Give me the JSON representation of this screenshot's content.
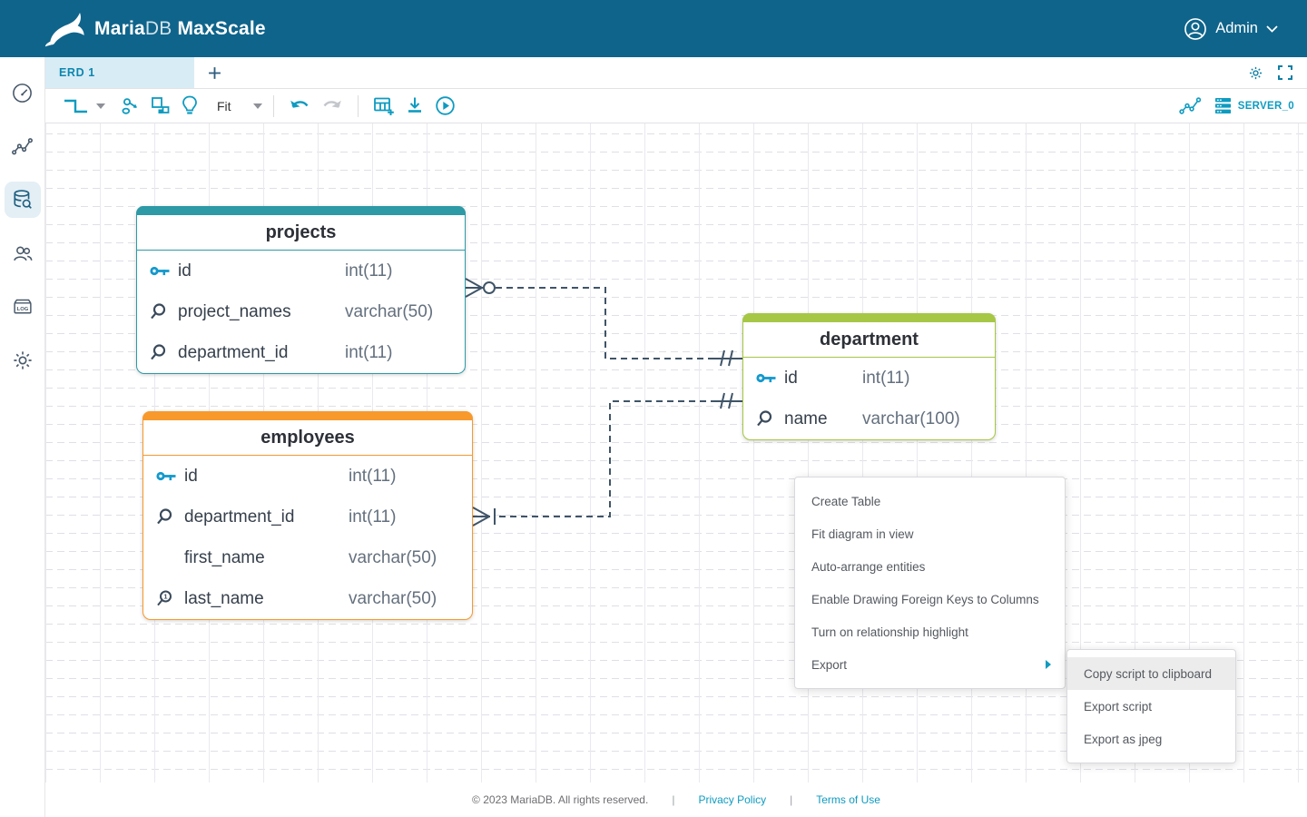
{
  "header": {
    "brand": {
      "maria": "Maria",
      "db": "DB",
      "product": "MaxScale"
    },
    "admin_label": "Admin"
  },
  "tabbar": {
    "tabs": [
      {
        "label": "ERD 1",
        "active": true
      }
    ],
    "icons": [
      "add-tab-icon",
      "gear-icon",
      "fullscreen-icon"
    ]
  },
  "toolbar": {
    "zoom_value": "Fit",
    "server_label": "SERVER_0",
    "icons": [
      "relationship-shape-icon",
      "foreign-key-icon",
      "auto-arrange-icon",
      "highlight-icon",
      "undo-icon",
      "redo-icon",
      "create-table-icon",
      "export-icon",
      "apply-script-icon",
      "visualize-icon",
      "server-icon"
    ]
  },
  "sidebar": {
    "items": [
      "dashboard",
      "visualization",
      "query-editor",
      "users",
      "logs",
      "settings"
    ],
    "active_item": "query-editor",
    "log_label": "LOG"
  },
  "canvas": {
    "tables": [
      {
        "name": "projects",
        "color": "#2d9aa6",
        "fields": [
          {
            "icon": "key",
            "name": "id",
            "type": "int(11)"
          },
          {
            "icon": "index",
            "name": "project_names",
            "type": "varchar(50)"
          },
          {
            "icon": "index",
            "name": "department_id",
            "type": "int(11)"
          }
        ]
      },
      {
        "name": "employees",
        "color": "#f8992c",
        "fields": [
          {
            "icon": "key",
            "name": "id",
            "type": "int(11)"
          },
          {
            "icon": "index",
            "name": "department_id",
            "type": "int(11)"
          },
          {
            "icon": "none",
            "name": "first_name",
            "type": "varchar(50)"
          },
          {
            "icon": "unique",
            "name": "last_name",
            "type": "varchar(50)"
          }
        ]
      },
      {
        "name": "department",
        "color": "#a6c746",
        "fields": [
          {
            "icon": "key",
            "name": "id",
            "type": "int(11)"
          },
          {
            "icon": "index",
            "name": "name",
            "type": "varchar(100)"
          }
        ]
      }
    ],
    "relationships": [
      {
        "from": "projects.department_id",
        "to": "department.id",
        "from_cardinality": "zero-or-many",
        "to_cardinality": "exactly-one"
      },
      {
        "from": "employees.department_id",
        "to": "department.id",
        "from_cardinality": "one-or-many",
        "to_cardinality": "exactly-one"
      }
    ]
  },
  "context_menu": {
    "items": [
      "Create Table",
      "Fit diagram in view",
      "Auto-arrange entities",
      "Enable Drawing Foreign Keys to Columns",
      "Turn on relationship highlight",
      "Export"
    ]
  },
  "submenu": {
    "items": [
      "Copy script to clipboard",
      "Export script",
      "Export as jpeg"
    ],
    "highlighted": "Copy script to clipboard"
  },
  "footer": {
    "copyright": "© 2023 MariaDB. All rights reserved.",
    "separator": "|",
    "links": [
      "Privacy Policy",
      "Terms of Use"
    ]
  },
  "colors": {
    "header_bg": "#0f648b",
    "accent_blue": "#0e9bc0",
    "active_tab_bg": "#d8ecf6",
    "table_teal": "#2d9aa6",
    "table_orange": "#f8992c",
    "table_green": "#a6c746",
    "relationship_line": "#3f5468"
  }
}
